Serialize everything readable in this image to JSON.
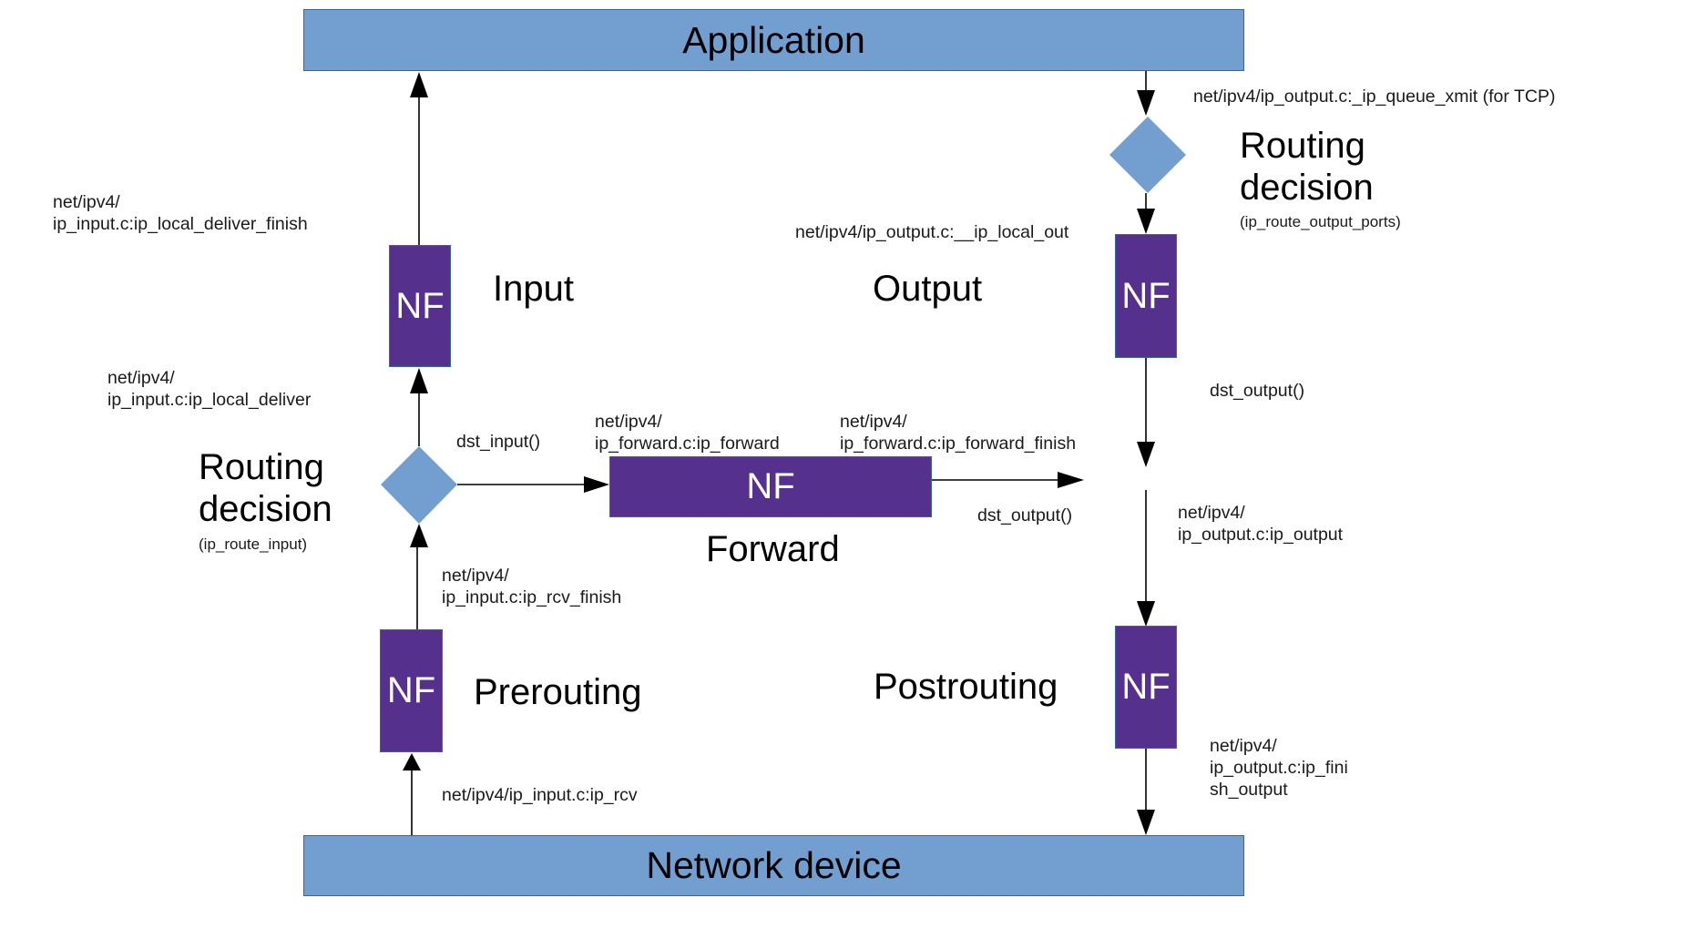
{
  "diagram": {
    "top_box": {
      "label": "Application"
    },
    "bottom_box": {
      "label": "Network device"
    },
    "hooks": {
      "input": {
        "nf_label": "NF",
        "name": "Input"
      },
      "output": {
        "nf_label": "NF",
        "name": "Output"
      },
      "forward": {
        "nf_label": "NF",
        "name": "Forward"
      },
      "prerouting": {
        "nf_label": "NF",
        "name": "Prerouting"
      },
      "postrouting": {
        "nf_label": "NF",
        "name": "Postrouting"
      }
    },
    "routing_input": {
      "title_line1": "Routing",
      "title_line2": "decision",
      "function": "(ip_route_input)"
    },
    "routing_output": {
      "title_line1": "Routing",
      "title_line2": "decision",
      "function": "(ip_route_output_ports)"
    },
    "functions": {
      "local_deliver_finish": "net/ipv4/\nip_input.c:ip_local_deliver_finish",
      "local_deliver": "net/ipv4/\nip_input.c:ip_local_deliver",
      "dst_input": "dst_input()",
      "ip_forward": "net/ipv4/\nip_forward.c:ip_forward",
      "ip_forward_finish": "net/ipv4/\nip_forward.c:ip_forward_finish",
      "forward_dst_output": "dst_output()",
      "ip_rcv_finish": "net/ipv4/\nip_input.c:ip_rcv_finish",
      "ip_rcv": "net/ipv4/ip_input.c:ip_rcv",
      "ip_queue_xmit": "net/ipv4/ip_output.c:_ip_queue_xmit (for TCP)",
      "ip_local_out": "net/ipv4/ip_output.c:__ip_local_out",
      "output_dst_output": "dst_output()",
      "ip_output": "net/ipv4/\nip_output.c:ip_output",
      "ip_finish_output": "net/ipv4/\nip_output.c:ip_fini\nsh_output"
    },
    "colors": {
      "box_fill": "#729fcf",
      "box_border": "#3465a4",
      "nf_fill": "#55308d",
      "nf_text": "#ffffff",
      "arrow": "#000000"
    }
  }
}
